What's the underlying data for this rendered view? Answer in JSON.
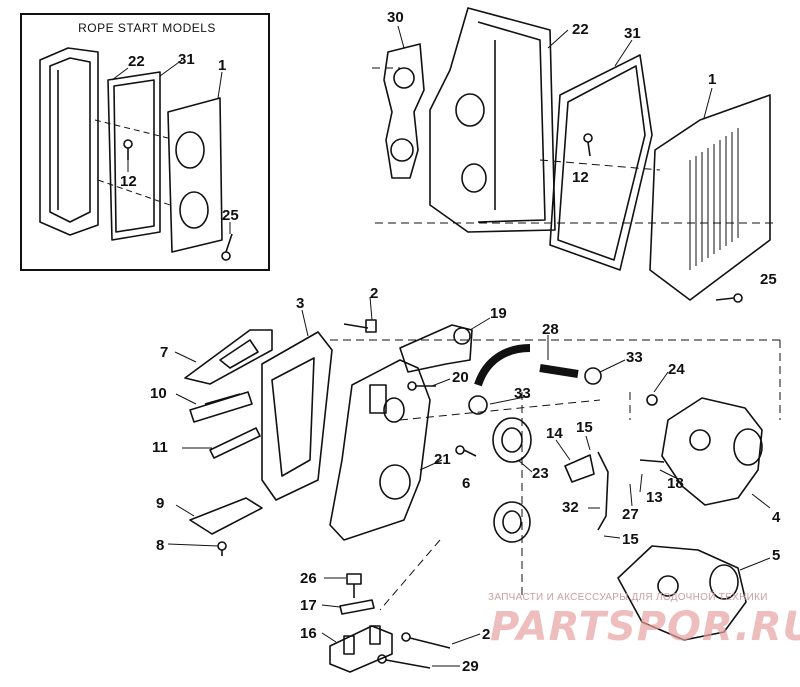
{
  "inset": {
    "title": "ROPE START MODELS"
  },
  "callouts": {
    "c30": "30",
    "c22": "22",
    "c31": "31",
    "c1": "1",
    "c12": "12",
    "c25": "25",
    "i22": "22",
    "i31": "31",
    "i1": "1",
    "i12": "12",
    "i25": "25",
    "c2a": "2",
    "c3": "3",
    "c19": "19",
    "c28": "28",
    "c33a": "33",
    "c7": "7",
    "c10": "10",
    "c20": "20",
    "c24": "24",
    "c33b": "33",
    "c11": "11",
    "c14": "14",
    "c15a": "15",
    "c21": "21",
    "c6": "6",
    "c23": "23",
    "c18": "18",
    "c13": "13",
    "c9": "9",
    "c32": "32",
    "c27": "27",
    "c4": "4",
    "c8": "8",
    "c15b": "15",
    "c5": "5",
    "c26": "26",
    "c17": "17",
    "c16": "16",
    "c2b": "2",
    "c29": "29"
  },
  "watermark": {
    "text": "ЗАПЧАСТИ И АКСЕССУАРЫ ДЛЯ ЛОДОЧНОЙ ТЕХНИКИ",
    "logo": "PARTSPOR.RU"
  }
}
